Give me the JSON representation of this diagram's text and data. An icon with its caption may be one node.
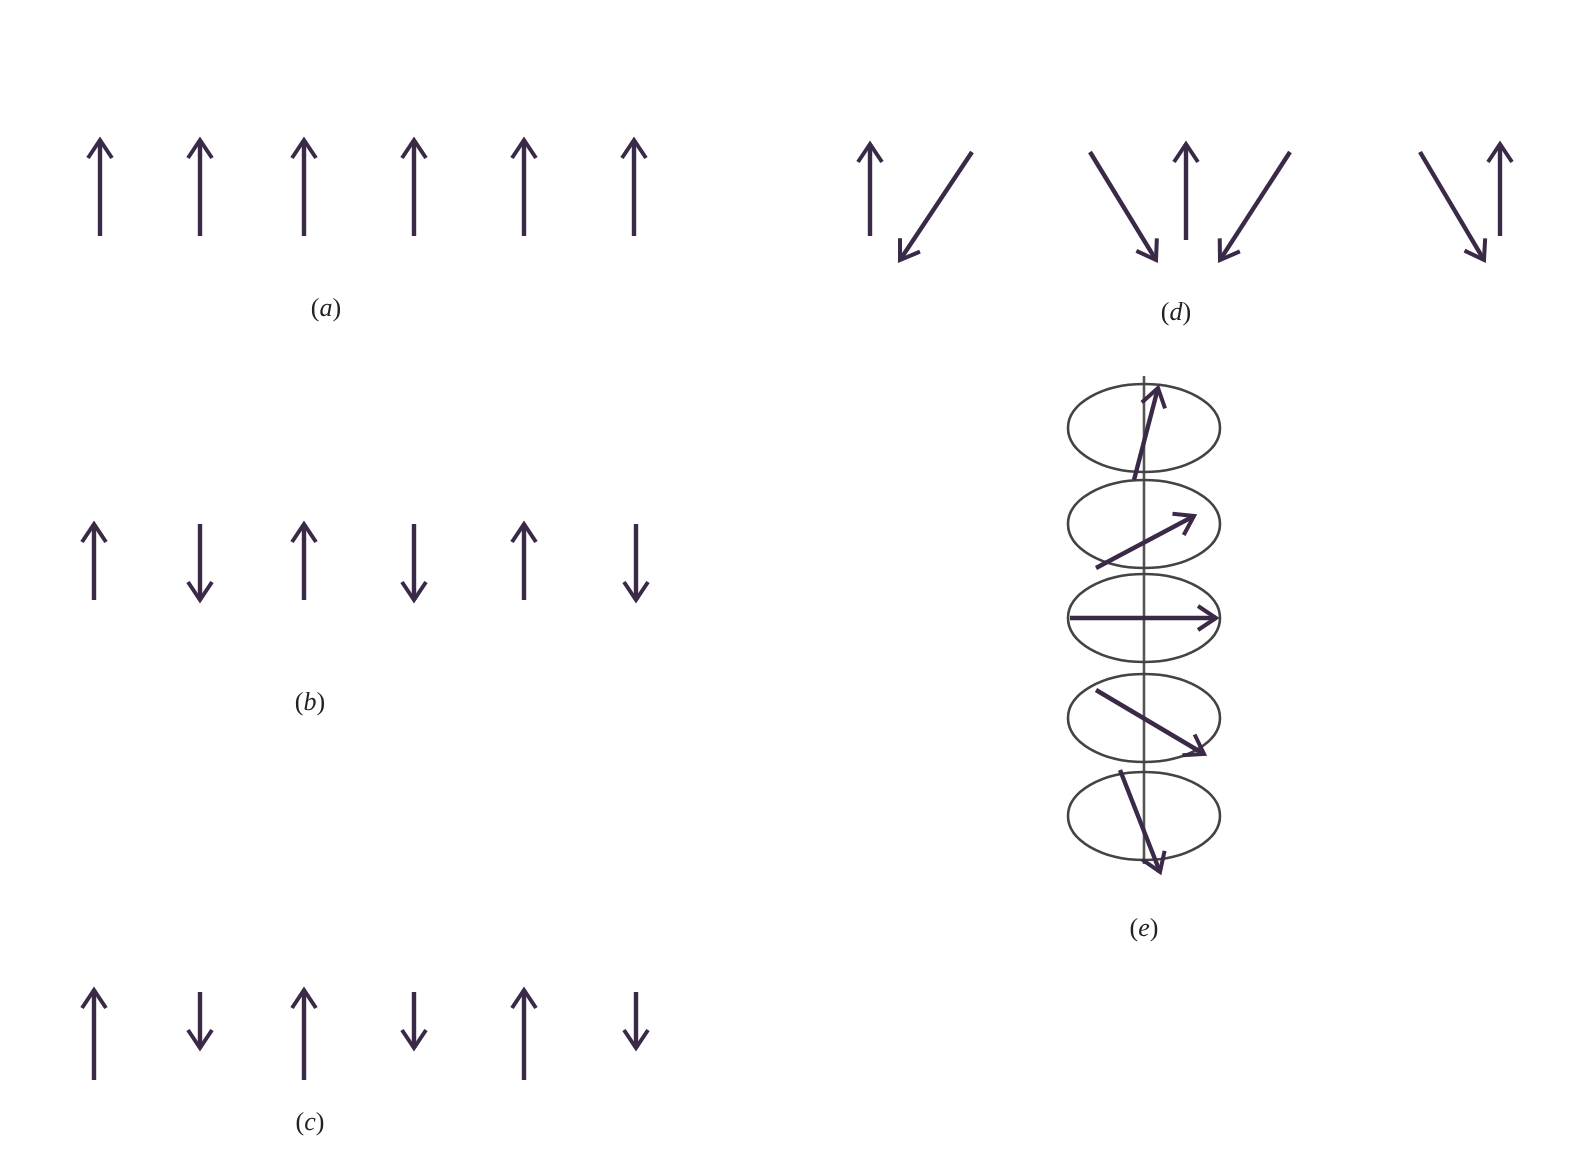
{
  "diagram": {
    "labels": [
      "(*a*)",
      "(*d*)",
      "(*b*)",
      "(*e*)",
      "(*c*)"
    ]
  }
}
